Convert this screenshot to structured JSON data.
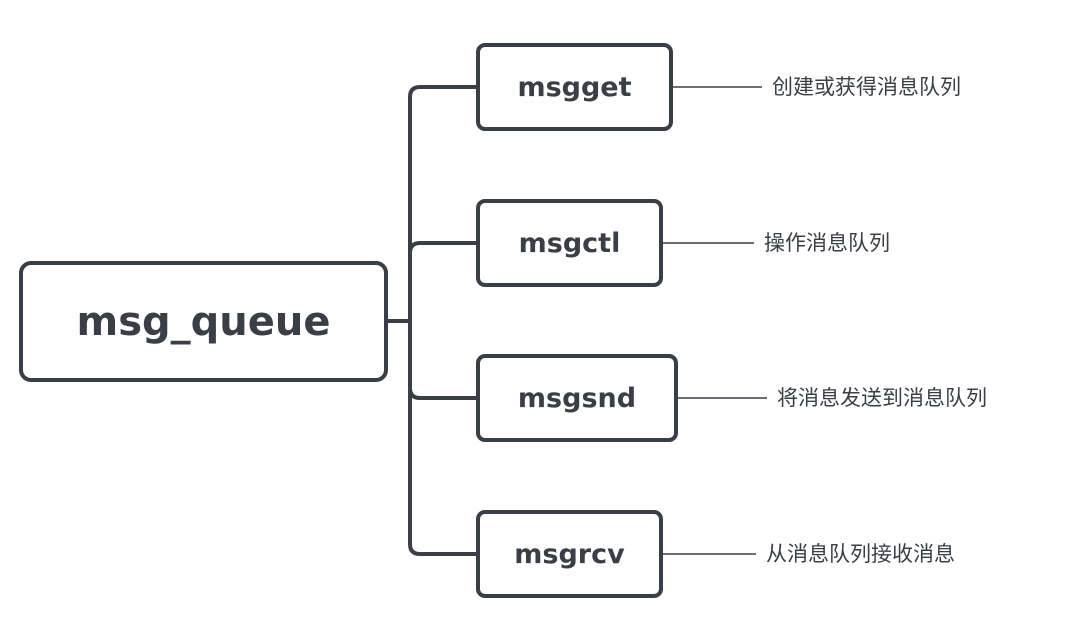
{
  "diagram": {
    "root": {
      "label": "msg_queue"
    },
    "children": [
      {
        "label": "msgget",
        "description": "创建或获得消息队列"
      },
      {
        "label": "msgctl",
        "description": "操作消息队列"
      },
      {
        "label": "msgsnd",
        "description": "将消息发送到消息队列"
      },
      {
        "label": "msgrcv",
        "description": "从消息队列接收消息"
      }
    ]
  },
  "colors": {
    "box_border": "#3a3f47",
    "connector": "#3a3f47",
    "annotation_line": "#6b6f75",
    "text": "#3a3f47",
    "background": "#ffffff"
  }
}
